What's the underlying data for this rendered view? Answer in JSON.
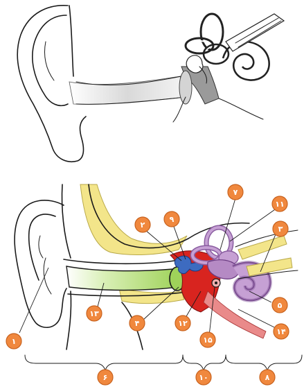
{
  "labels": [
    {
      "id": "outer-ear-pinna",
      "text": "۱"
    },
    {
      "id": "ossicle-malleus",
      "text": "۲"
    },
    {
      "id": "nerve-bundle",
      "text": "۳"
    },
    {
      "id": "eardrum",
      "text": "۴"
    },
    {
      "id": "cochlea",
      "text": "۵"
    },
    {
      "id": "semicircular-canals",
      "text": "۷"
    },
    {
      "id": "ossicles-group",
      "text": "۹"
    },
    {
      "id": "vestibular-nerve",
      "text": "۱۱"
    },
    {
      "id": "middle-ear-cavity",
      "text": "۱۲"
    },
    {
      "id": "ear-canal",
      "text": "۱۳"
    },
    {
      "id": "eustachian-tube",
      "text": "۱۴"
    },
    {
      "id": "round-window",
      "text": "۱۵"
    }
  ],
  "regions": [
    {
      "id": "outer-ear-region",
      "text": "۶"
    },
    {
      "id": "middle-ear-region",
      "text": "۱۰"
    },
    {
      "id": "inner-ear-region",
      "text": "۸"
    }
  ],
  "colors": {
    "marker_fill": "#f0883e",
    "bone_yellow": "#f3e58a",
    "canal_green": "#b5df7a",
    "middle_ear_red": "#d8241f",
    "inner_ear_purple": "#b58ac4",
    "ossicle_blue": "#3d6bc0"
  }
}
